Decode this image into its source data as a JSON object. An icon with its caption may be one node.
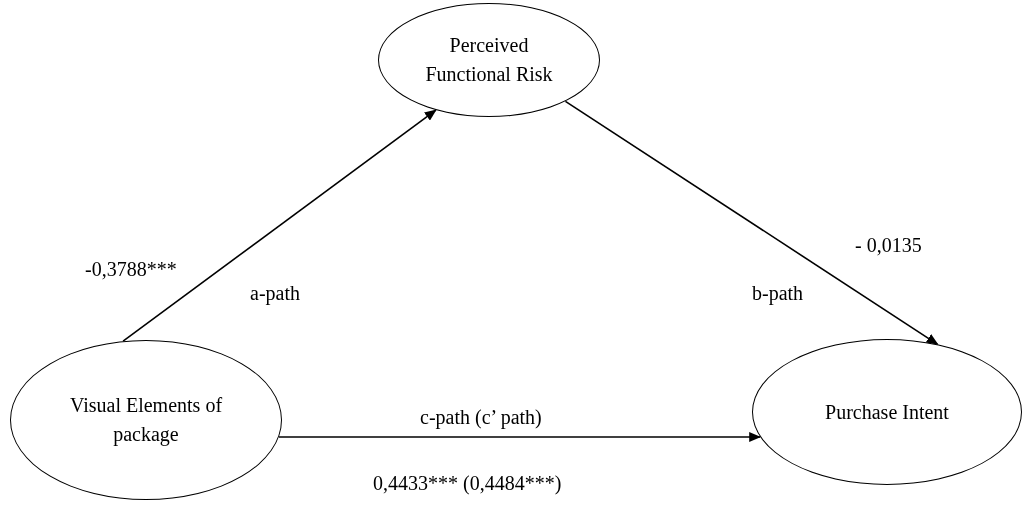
{
  "diagram": {
    "nodes": [
      {
        "text": [
          "Perceived Functional Risk"
        ]
      },
      {
        "text": [
          "Visual Elements of package"
        ]
      },
      {
        "text": [
          "Purchase Intent"
        ]
      }
    ],
    "edges": [
      {
        "from": 1,
        "to": 0,
        "arrow": "to",
        "label": "a-path"
      },
      {
        "from": 0,
        "to": 2,
        "arrow": "to",
        "label": "b-path"
      },
      {
        "from": 1,
        "to": 2,
        "arrow": "to",
        "label": "c-path (c’ path)"
      }
    ],
    "labels": [
      "-0,3788***",
      "- 0,0135",
      "0,4433*** (0,4484***)"
    ]
  }
}
